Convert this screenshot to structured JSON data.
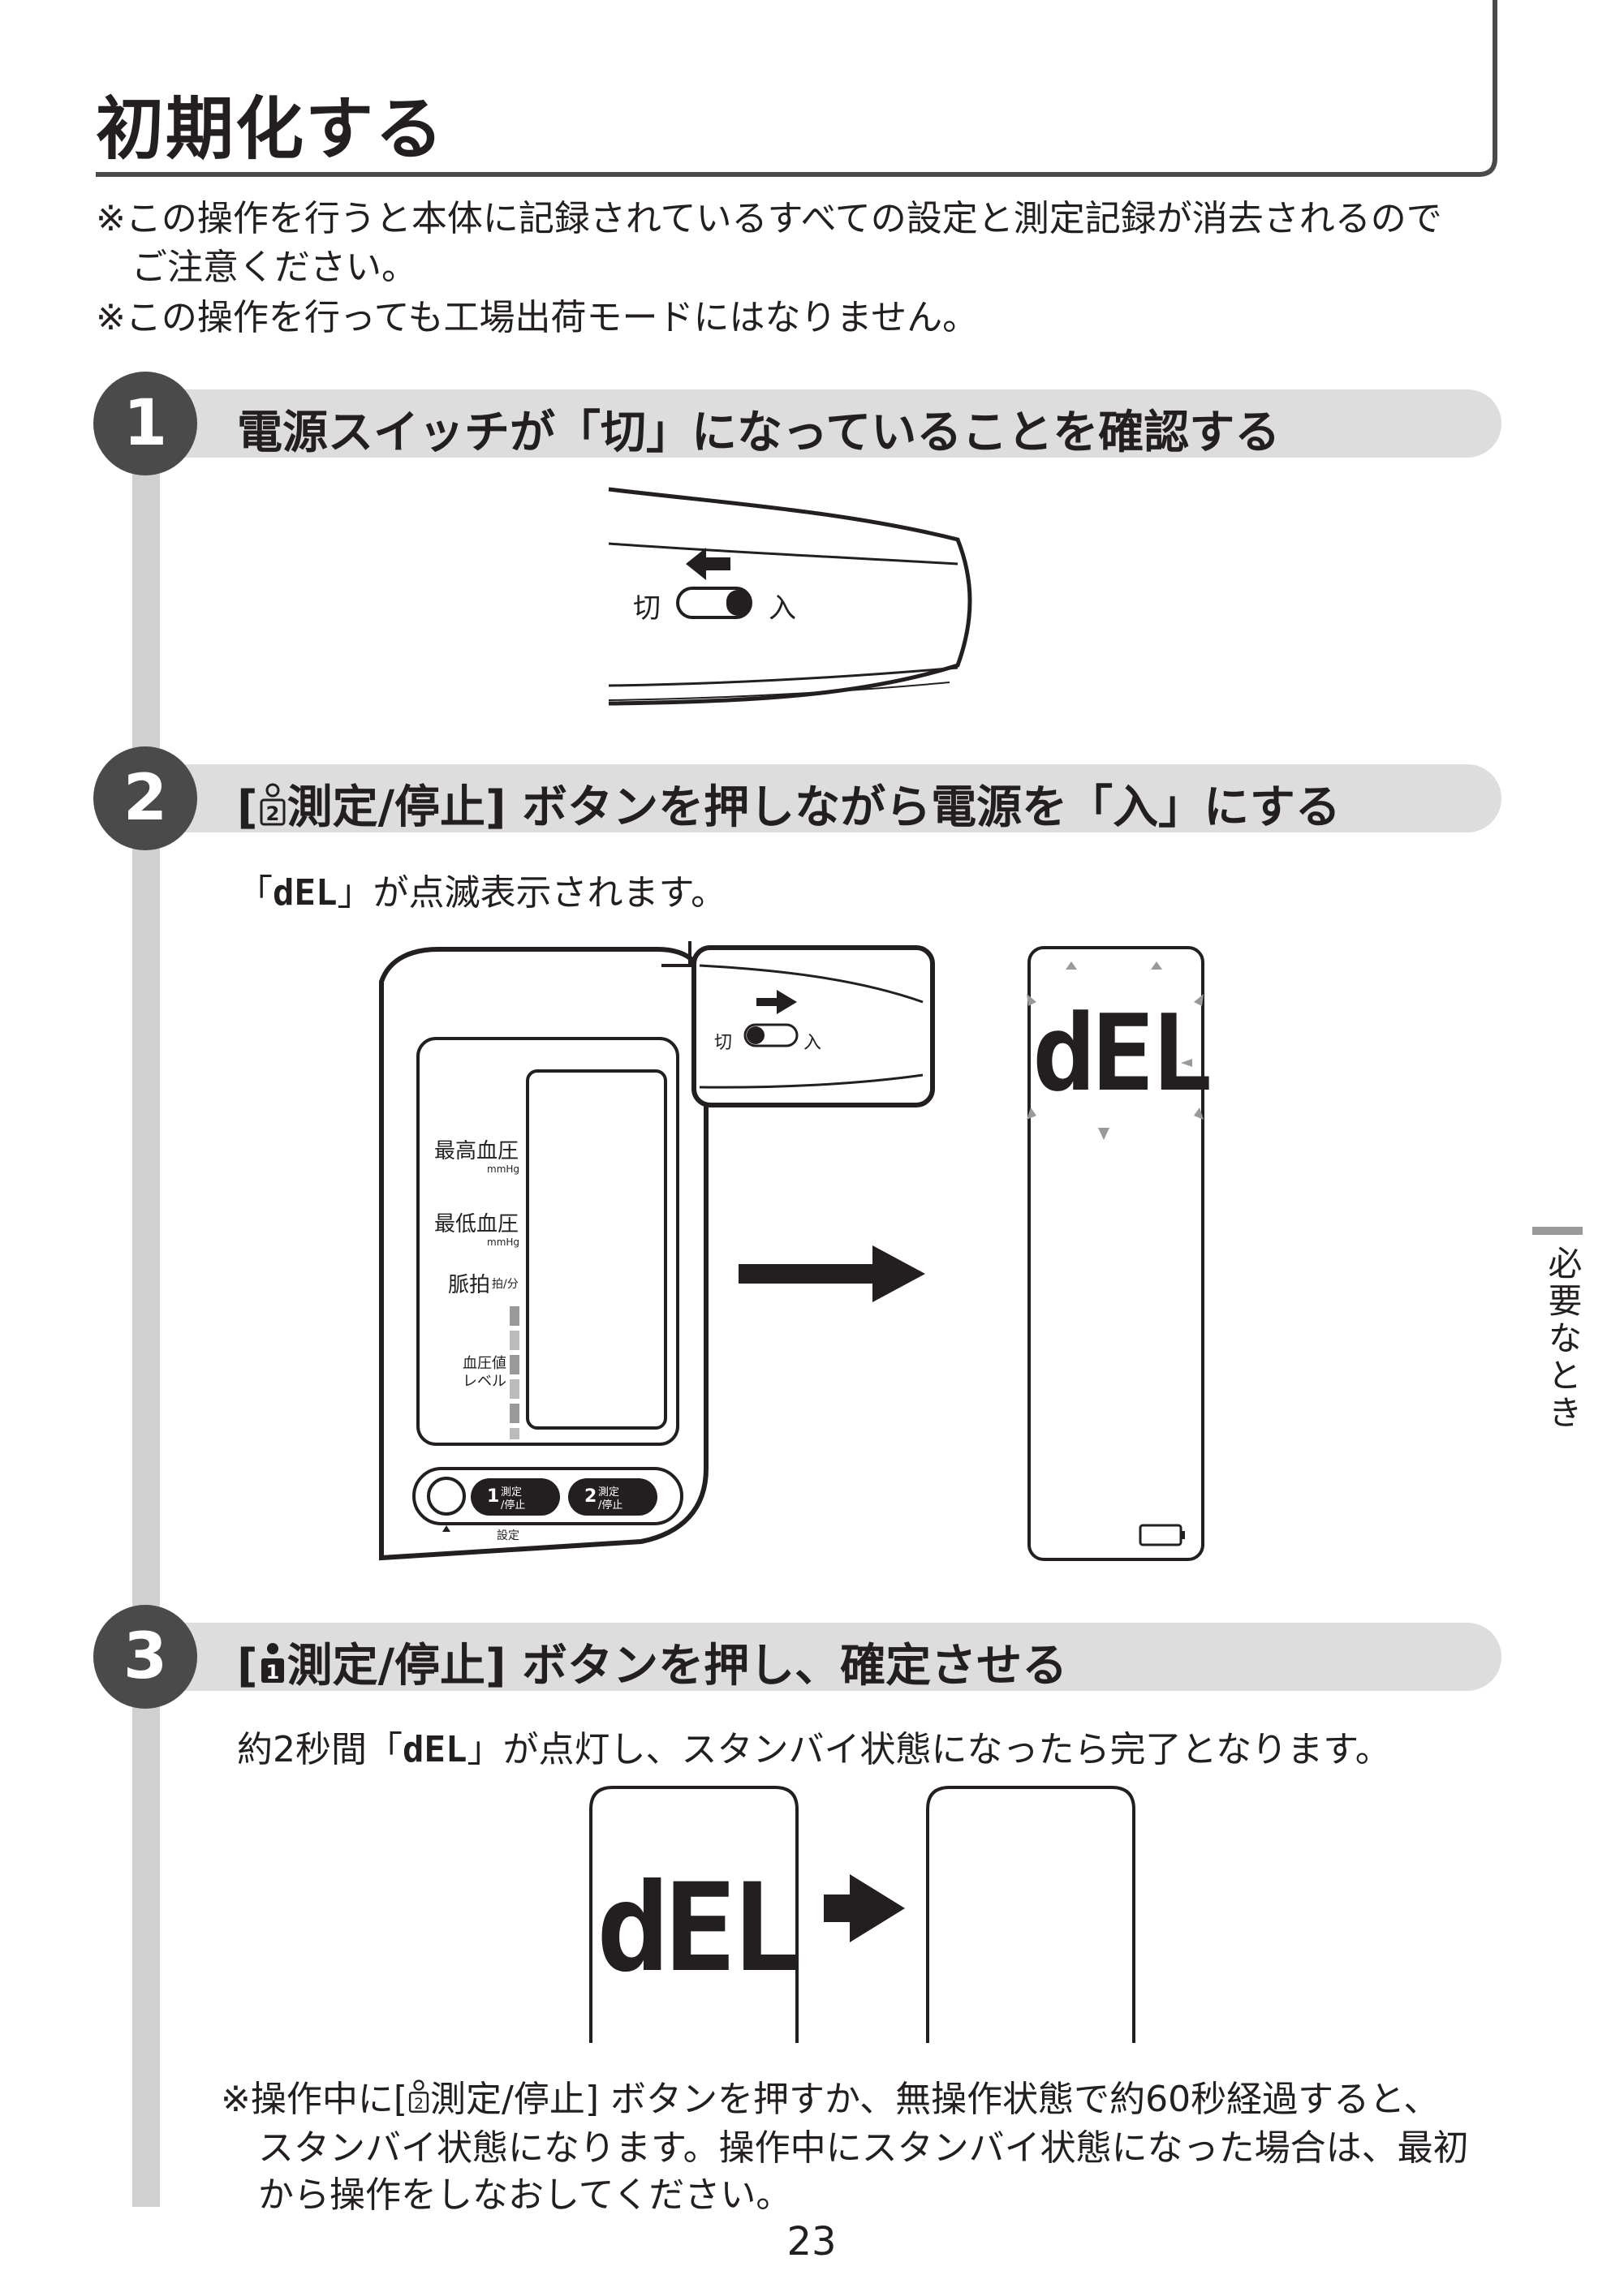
{
  "title": "初期化する",
  "notes": {
    "line1": "※この操作を行うと本体に記録されているすべての設定と測定記録が消去されるので",
    "line2": "ご注意ください。",
    "line3": "※この操作を行っても工場出荷モードにはなりません。"
  },
  "steps": [
    {
      "num": "1",
      "title": "電源スイッチが「切」になっていることを確認する"
    },
    {
      "num": "2",
      "title": "[",
      "title_rest": "測定/停止] ボタンを押しながら電源を「入」にする",
      "desc_pre": "「",
      "desc_post": "」が点滅表示されます。"
    },
    {
      "num": "3",
      "title": "[",
      "title_rest": "測定/停止] ボタンを押し、確定させる",
      "desc_pre": "約2秒間「",
      "desc_post": "」が点灯し、スタンバイ状態になったら完了となります。"
    }
  ],
  "switch": {
    "off": "切",
    "on": "入"
  },
  "display_code": "dEL",
  "device": {
    "labels": {
      "sys": "最高血圧",
      "dia": "最低血圧",
      "pulse": "脈拍",
      "unit_mmhg": "mmHg",
      "unit_pulse": "拍/分",
      "level1": "血圧値",
      "level2": "レベル",
      "btn_label": "測定",
      "btn_label2": "/停止",
      "settings": "設定",
      "user1": "1",
      "user2": "2"
    }
  },
  "footnote": {
    "line1": "※操作中に[",
    "line1_rest": "測定/停止] ボタンを押すか、無操作状態で約60秒経過すると、",
    "line2": "スタンバイ状態になります。操作中にスタンバイ状態になった場合は、最初",
    "line3": "から操作をしなおしてください。"
  },
  "side_tab": "必要なとき",
  "page_number": "23"
}
